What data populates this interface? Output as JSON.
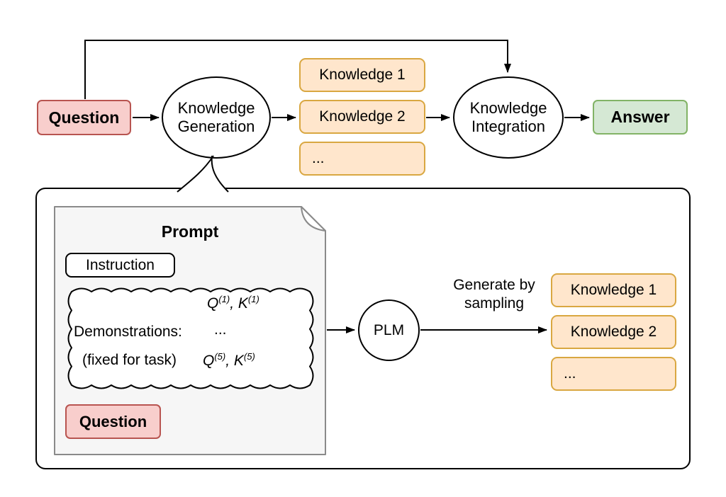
{
  "diagram": {
    "top_flow": {
      "question_label": "Question",
      "knowledge_generation_label": "Knowledge Generation",
      "knowledge_items": [
        "Knowledge 1",
        "Knowledge 2",
        "..."
      ],
      "knowledge_integration_label": "Knowledge Integration",
      "answer_label": "Answer"
    },
    "detail": {
      "prompt_title": "Prompt",
      "instruction_label": "Instruction",
      "demos": {
        "label": "Demonstrations:",
        "fixed_note": "(fixed for task)",
        "dots": "...",
        "pair_first": {
          "q": "Q",
          "q_sup": "(1)",
          "sep": ", ",
          "k": "K",
          "k_sup": "(1)"
        },
        "pair_last": {
          "q": "Q",
          "q_sup": "(5)",
          "sep": ", ",
          "k": "K",
          "k_sup": "(5)"
        }
      },
      "question_label": "Question",
      "plm_label": "PLM",
      "generate_by_sampling_label": "Generate by sampling",
      "knowledge_items": [
        "Knowledge 1",
        "Knowledge 2",
        "..."
      ]
    },
    "colors": {
      "question_fill": "#f8cecc",
      "question_border": "#b85450",
      "answer_fill": "#d5e8d4",
      "answer_border": "#82b366",
      "knowledge_fill": "#ffe6cc",
      "knowledge_border": "#d9a741",
      "node_fill": "#ffffff",
      "node_border": "#000000",
      "prompt_doc_fill": "#f6f6f6",
      "prompt_doc_border": "#8a8a8a"
    }
  }
}
